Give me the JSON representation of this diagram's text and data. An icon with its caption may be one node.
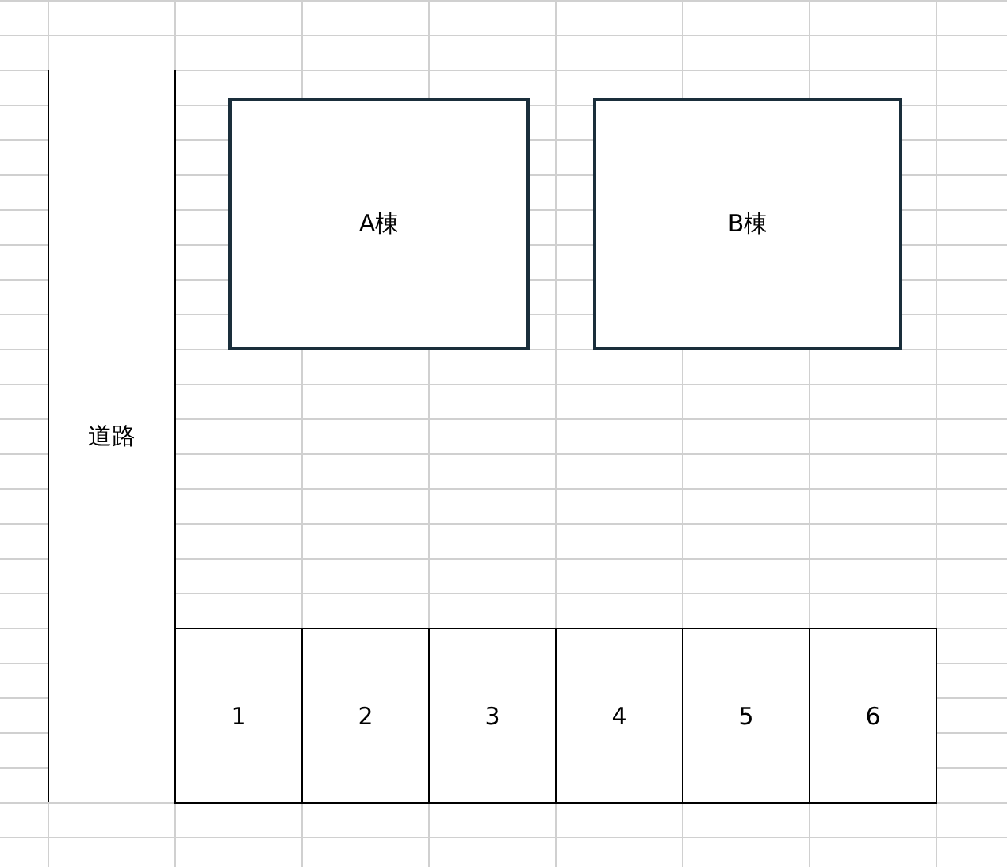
{
  "diagram": {
    "nodes": [
      {
        "text": [
          "道路"
        ]
      },
      {
        "text": [
          "A棟"
        ]
      },
      {
        "text": [
          "B棟"
        ]
      },
      {
        "text": [
          "1"
        ]
      },
      {
        "text": [
          "2"
        ]
      },
      {
        "text": [
          "3"
        ]
      },
      {
        "text": [
          "4"
        ]
      },
      {
        "text": [
          "5"
        ]
      },
      {
        "text": [
          "6"
        ]
      }
    ]
  }
}
